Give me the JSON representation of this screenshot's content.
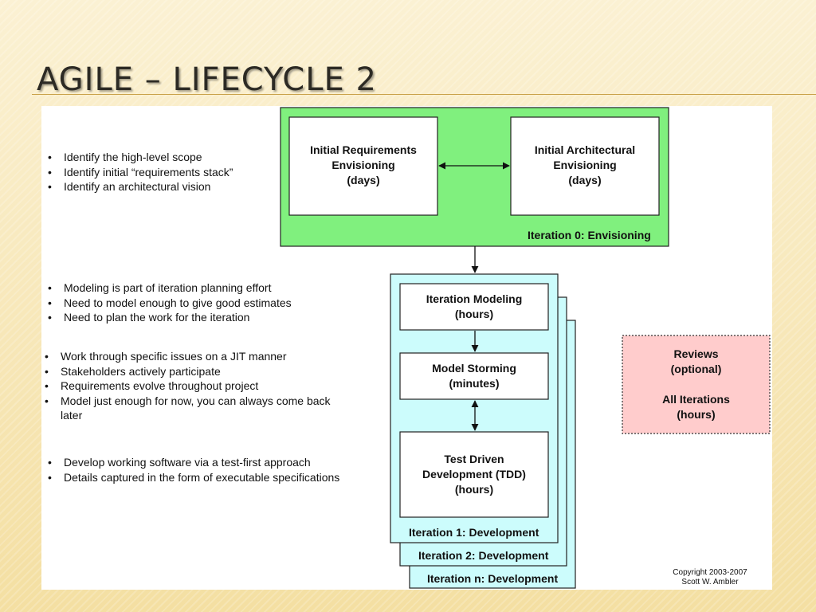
{
  "slide": {
    "title": "AGILE – LIFECYCLE 2"
  },
  "notes": {
    "envisioning": [
      "Identify the high-level scope",
      "Identify initial “requirements stack”",
      "Identify an architectural vision"
    ],
    "iteration_modeling": [
      "Modeling is part of iteration planning effort",
      "Need to model enough to give good estimates",
      "Need to plan the work for the iteration"
    ],
    "model_storming": [
      "Work through specific issues on a JIT manner",
      "Stakeholders actively participate",
      "Requirements evolve throughout project",
      "Model just enough for now, you can always come back later"
    ],
    "tdd": [
      "Develop working software via a test-first approach",
      "Details captured in the form of executable specifications"
    ]
  },
  "diagram": {
    "initial_requirements": [
      "Initial Requirements",
      "Envisioning",
      "(days)"
    ],
    "initial_architectural": [
      "Initial Architectural",
      "Envisioning",
      "(days)"
    ],
    "iteration0_label": "Iteration 0: Envisioning",
    "iteration_modeling": [
      "Iteration Modeling",
      "(hours)"
    ],
    "model_storming": [
      "Model Storming",
      "(minutes)"
    ],
    "tdd": [
      "Test Driven",
      "Development (TDD)",
      "(hours)"
    ],
    "iteration1_label": "Iteration 1: Development",
    "iteration2_label": "Iteration 2: Development",
    "iterationn_label": "Iteration n: Development",
    "reviews": [
      "Reviews",
      "(optional)",
      "All Iterations",
      "(hours)"
    ],
    "copyright": [
      "Copyright 2003-2007",
      "Scott W. Ambler"
    ]
  },
  "colors": {
    "iteration0_fill": "#80f07e",
    "development_fill": "#ccfcfc",
    "reviews_fill": "#ffcccc"
  }
}
